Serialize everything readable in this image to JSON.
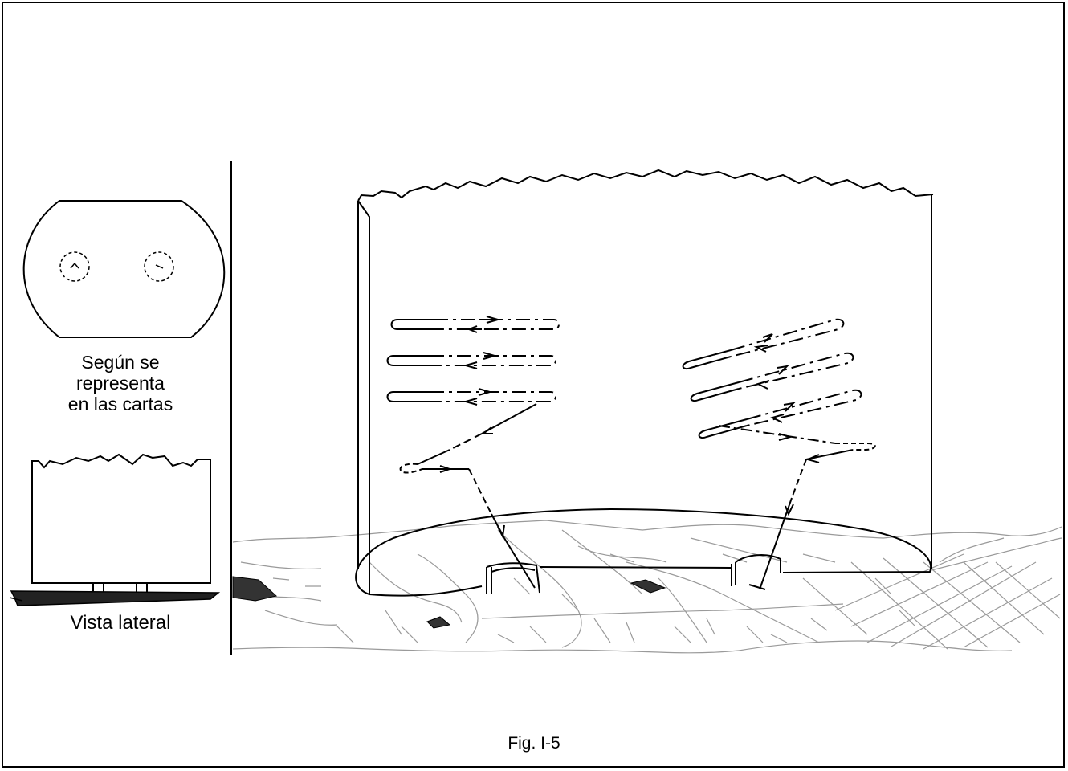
{
  "figure": {
    "caption": "Fig. I-5",
    "plan_view": {
      "caption_lines": [
        "Según se",
        "representa",
        "en las cartas"
      ]
    },
    "side_view": {
      "caption": "Vista lateral"
    },
    "colors": {
      "ink": "#000000",
      "terrain": "#9a9a9a",
      "background": "#ffffff"
    }
  }
}
